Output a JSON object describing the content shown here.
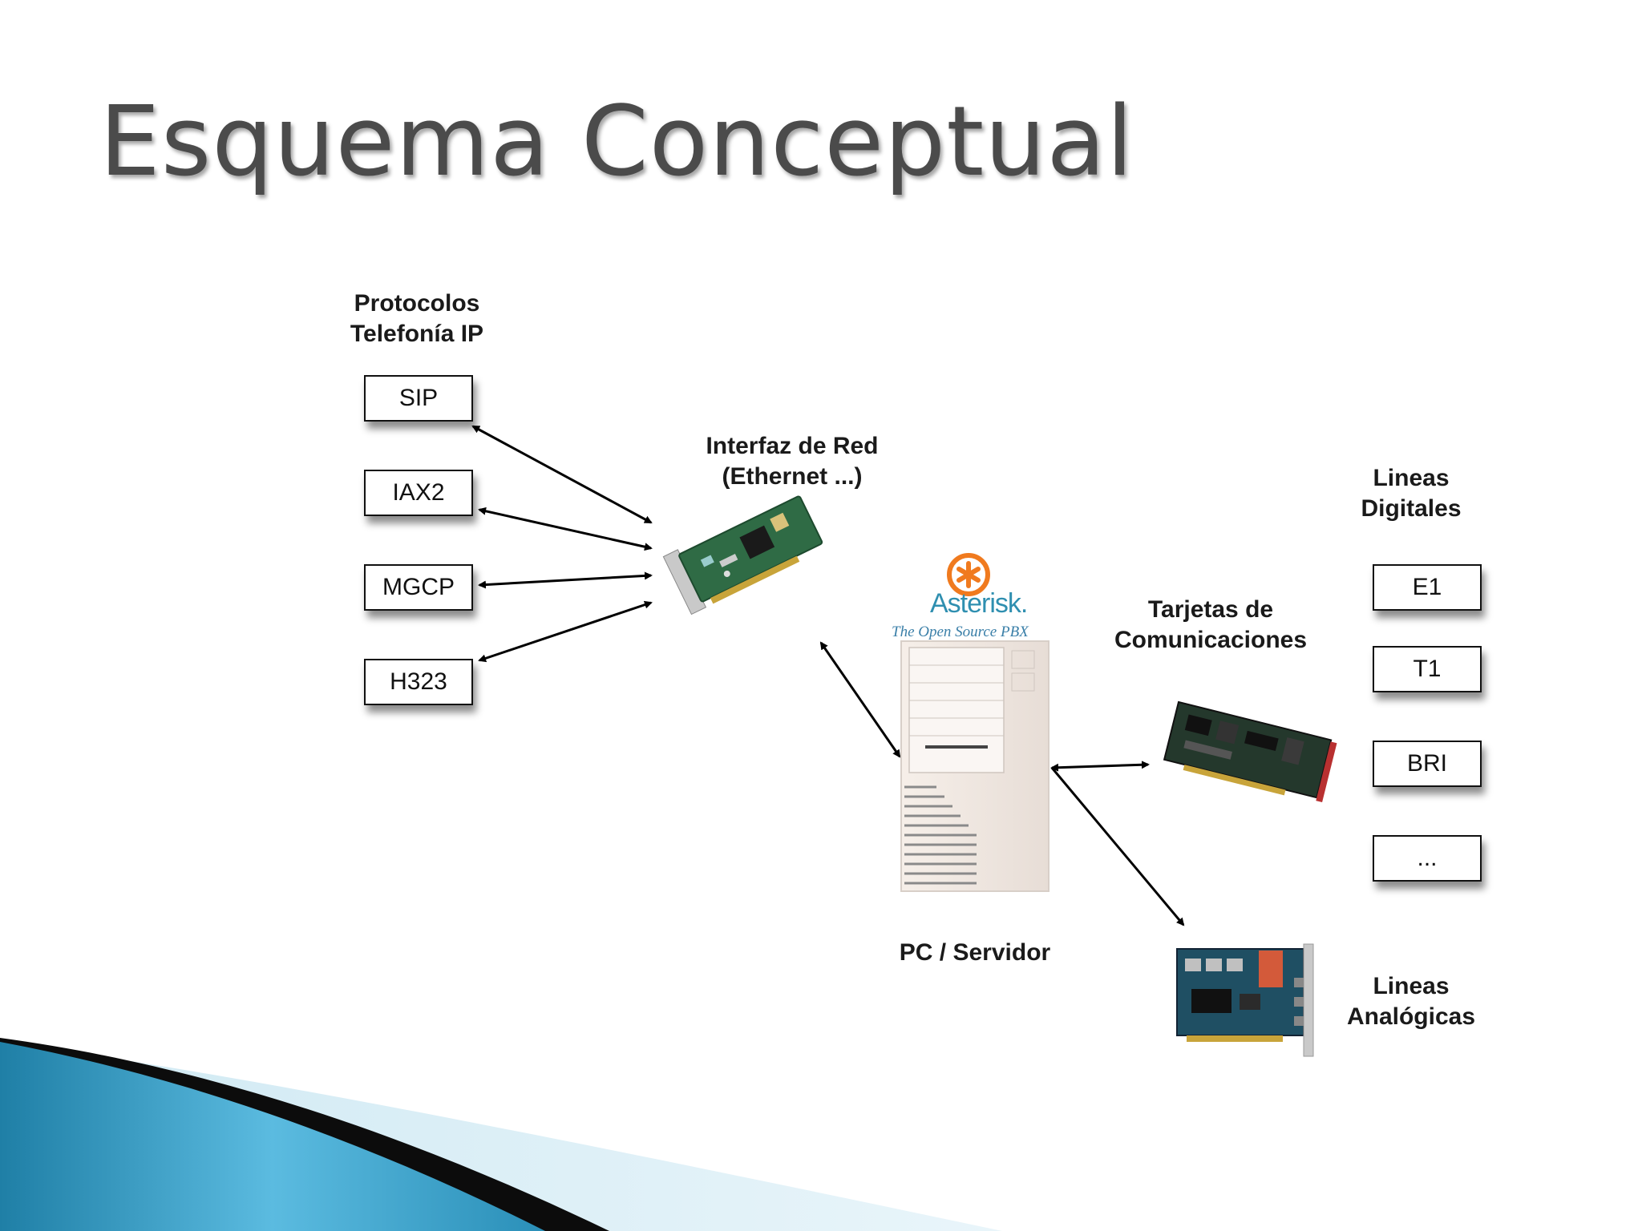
{
  "slide": {
    "title": "Esquema Conceptual"
  },
  "labels": {
    "protocolos_line1": "Protocolos",
    "protocolos_line2": "Telefonía IP",
    "interfaz_line1": "Interfaz de Red",
    "interfaz_line2": "(Ethernet ...)",
    "lineas_digitales_line1": "Lineas",
    "lineas_digitales_line2": "Digitales",
    "tarjetas_line1": "Tarjetas de",
    "tarjetas_line2": "Comunicaciones",
    "pc_servidor": "PC / Servidor",
    "lineas_analogicas_line1": "Lineas",
    "lineas_analogicas_line2": "Analógicas"
  },
  "protocol_boxes": [
    "SIP",
    "IAX2",
    "MGCP",
    "H323"
  ],
  "digital_line_boxes": [
    "E1",
    "T1",
    "BRI",
    "..."
  ],
  "asterisk_logo": {
    "name": "Asterisk.",
    "tagline": "The Open Source PBX"
  },
  "colors": {
    "title": "#4b4b4b",
    "accent_blue": "#2a8fb8",
    "logo_orange": "#f07a1e",
    "logo_blue": "#2f8fb0",
    "pcb_green": "#2f6b45"
  }
}
